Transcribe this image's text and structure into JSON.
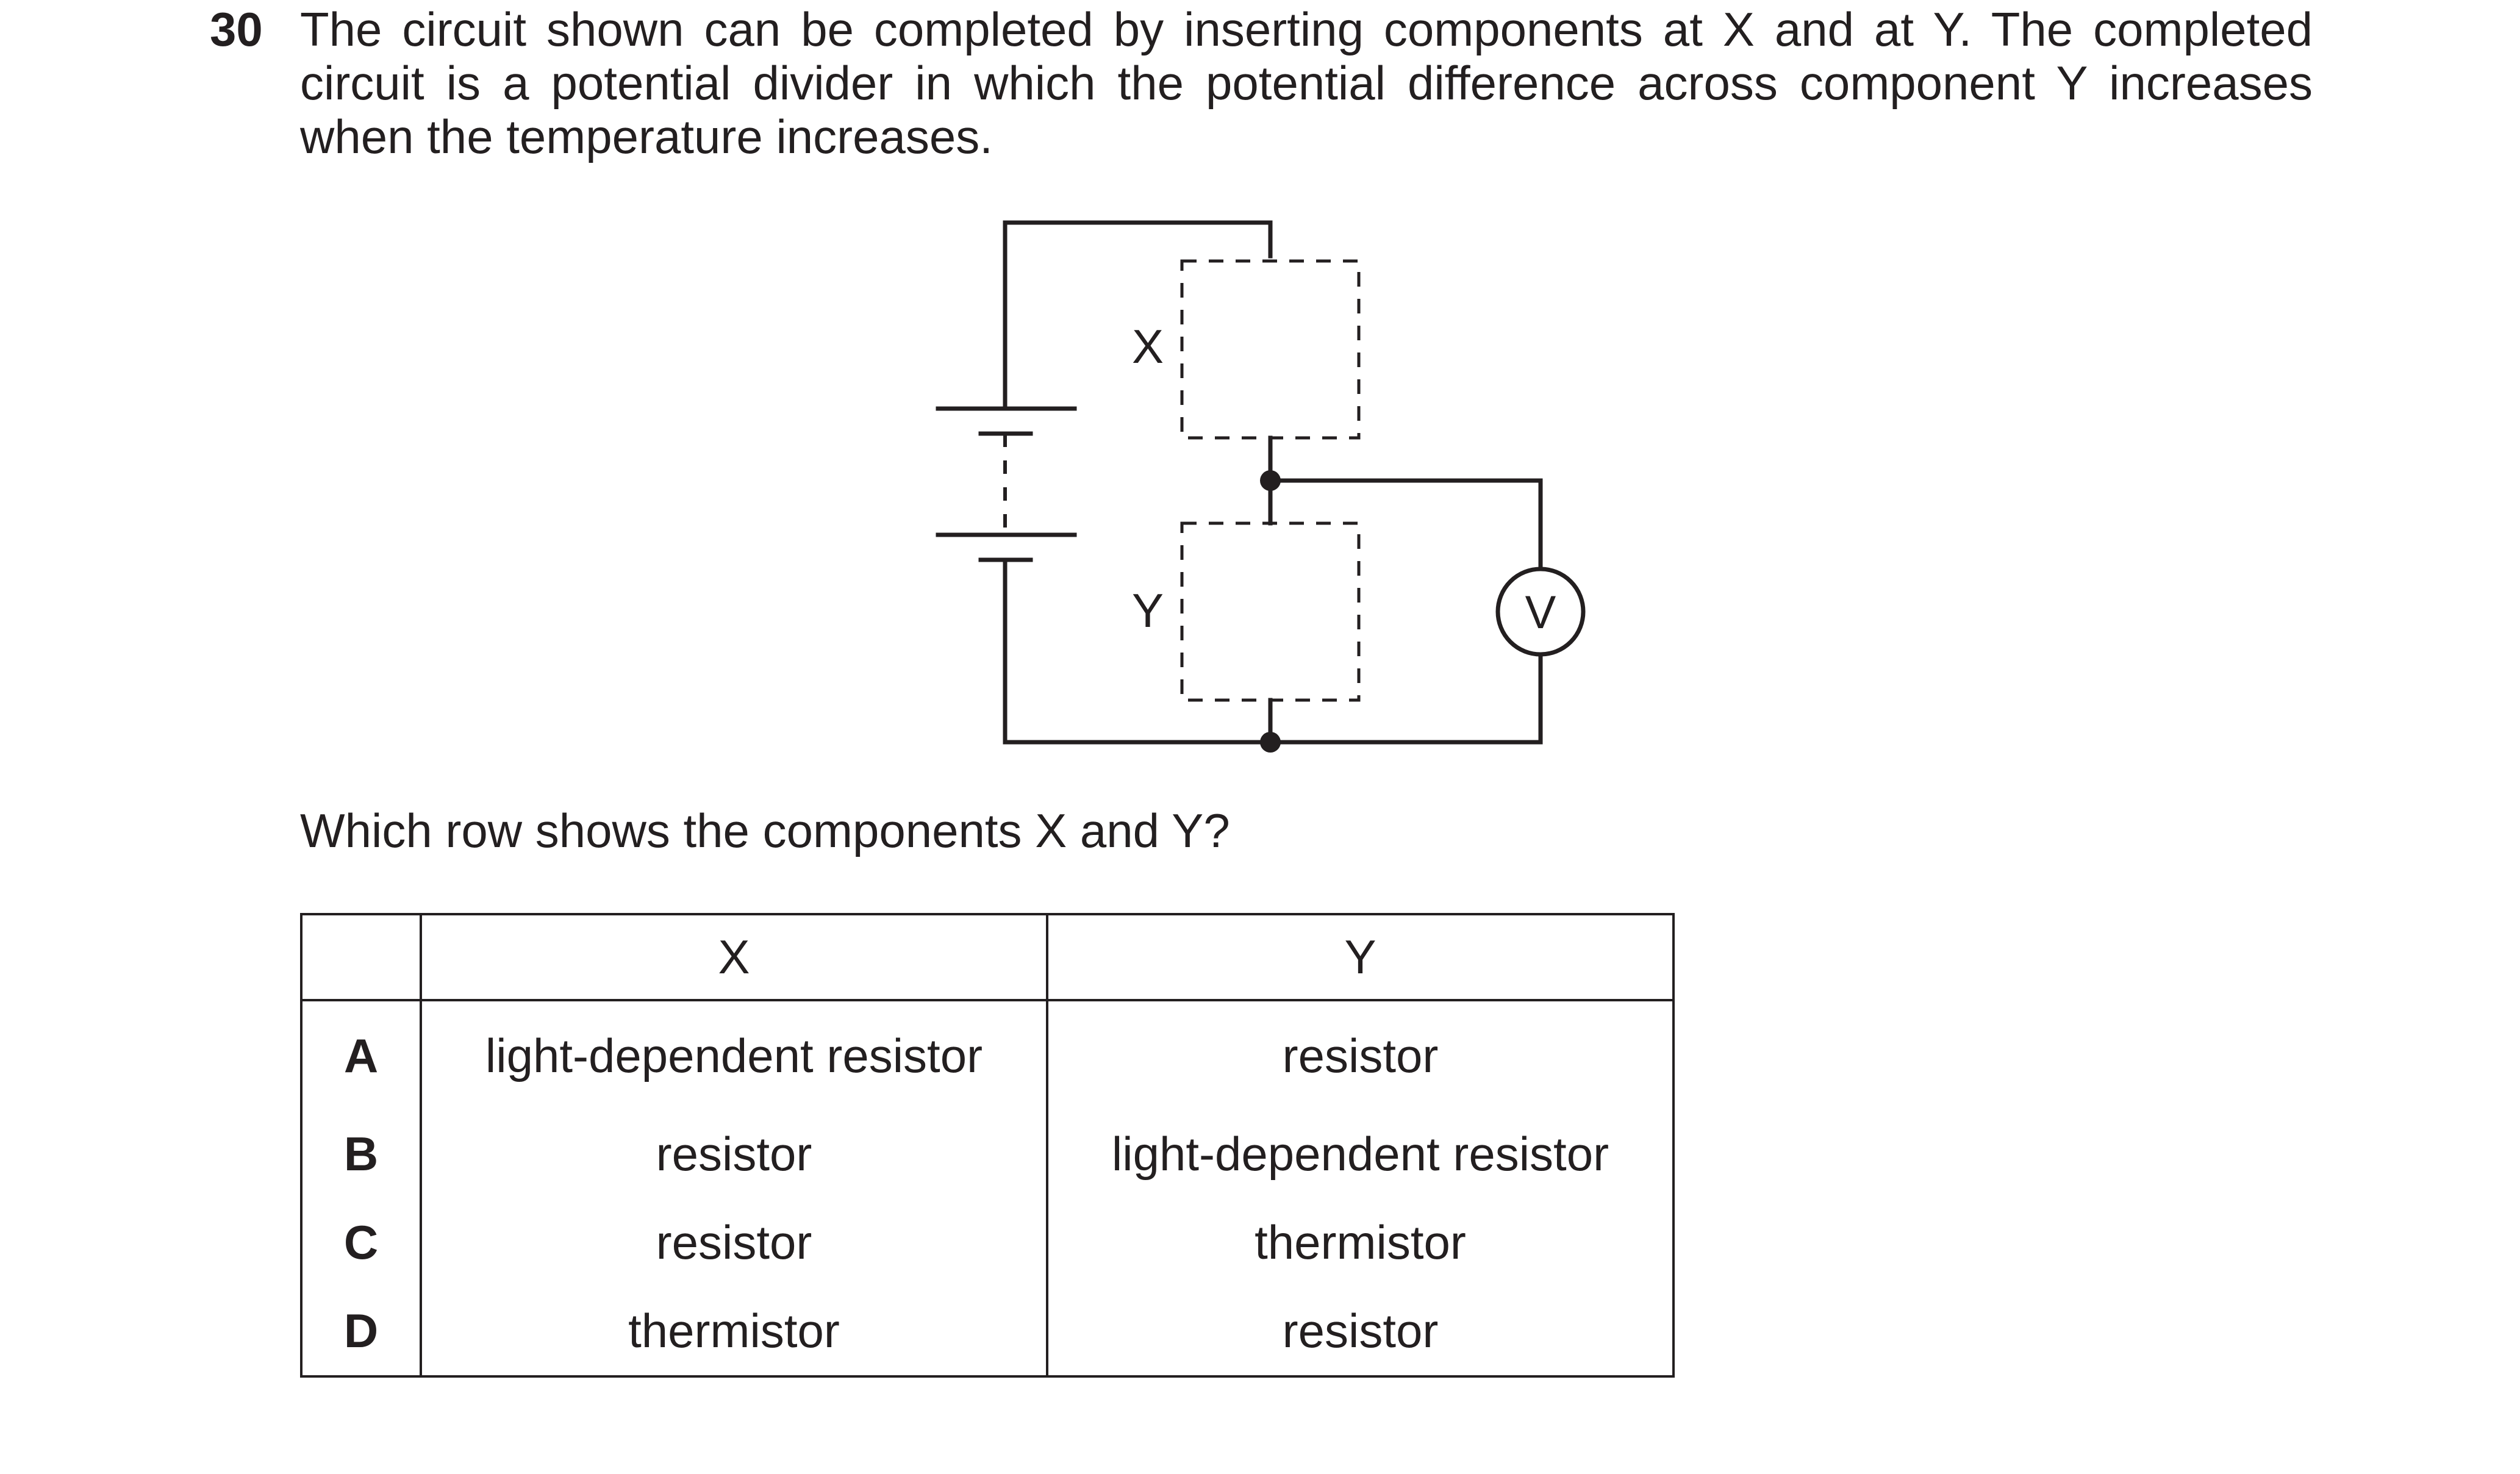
{
  "question": {
    "number": "30",
    "stem": "The circuit shown can be completed by inserting components at X and at Y. The completed circuit is a potential divider in which the potential difference across component Y increases when the temperature increases.",
    "prompt": "Which row shows the components X and Y?"
  },
  "diagram": {
    "label_x": "X",
    "label_y": "Y",
    "voltmeter_symbol": "V"
  },
  "table": {
    "headers": [
      "",
      "X",
      "Y"
    ],
    "rows": [
      {
        "letter": "A",
        "x": "light-dependent resistor",
        "y": "resistor"
      },
      {
        "letter": "B",
        "x": "resistor",
        "y": "light-dependent resistor"
      },
      {
        "letter": "C",
        "x": "resistor",
        "y": "thermistor"
      },
      {
        "letter": "D",
        "x": "thermistor",
        "y": "resistor"
      }
    ]
  }
}
